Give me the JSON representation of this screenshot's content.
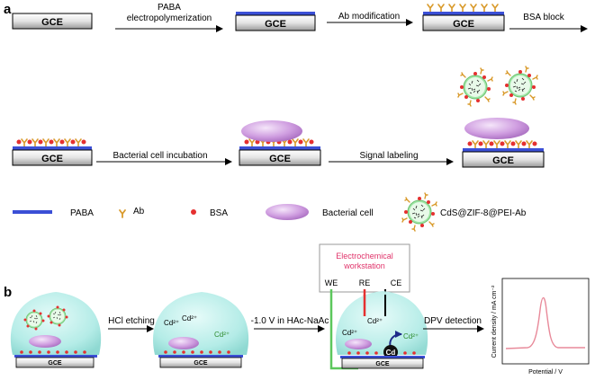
{
  "panel_a": {
    "letter": "a",
    "electrode_label": "GCE",
    "steps": {
      "electropolymerization_line1": "PABA",
      "electropolymerization_line2": "electropolymerization",
      "ab_modification": "Ab modification",
      "bsa_block": "BSA block",
      "bacterial_incubation": "Bacterial cell incubation",
      "signal_labeling": "Signal labeling"
    },
    "legend": {
      "paba": "PABA",
      "ab": "Ab",
      "bsa": "BSA",
      "bacterial_cell": "Bacterial cell",
      "probe": "CdS@ZIF-8@PEI-Ab"
    }
  },
  "panel_b": {
    "letter": "b",
    "electrode_label": "GCE",
    "steps": {
      "hcl_etching": "HCl etching",
      "deposition": "-1.0 V in HAc-NaAc",
      "dpv_detection": "DPV detection"
    },
    "ion_label": "Cd²⁺",
    "cd_label": "Cd",
    "workstation_line1": "Electrochemical",
    "workstation_line2": "workstation",
    "electrodes": [
      "WE",
      "RE",
      "CE"
    ],
    "plot": {
      "ylabel": "Current density / mA cm⁻²",
      "xlabel": "Potential / V"
    }
  },
  "colors": {
    "paba": "#3b4fd6",
    "ab": "#d99a2b",
    "bsa": "#e53030",
    "bacteria": "#c48fd6",
    "droplet": "#aee9e4",
    "workstation": "#e0336a",
    "we_wire": "#5cc75c",
    "re_wire": "#e53030",
    "dpv_curve": "#e88a9a"
  }
}
